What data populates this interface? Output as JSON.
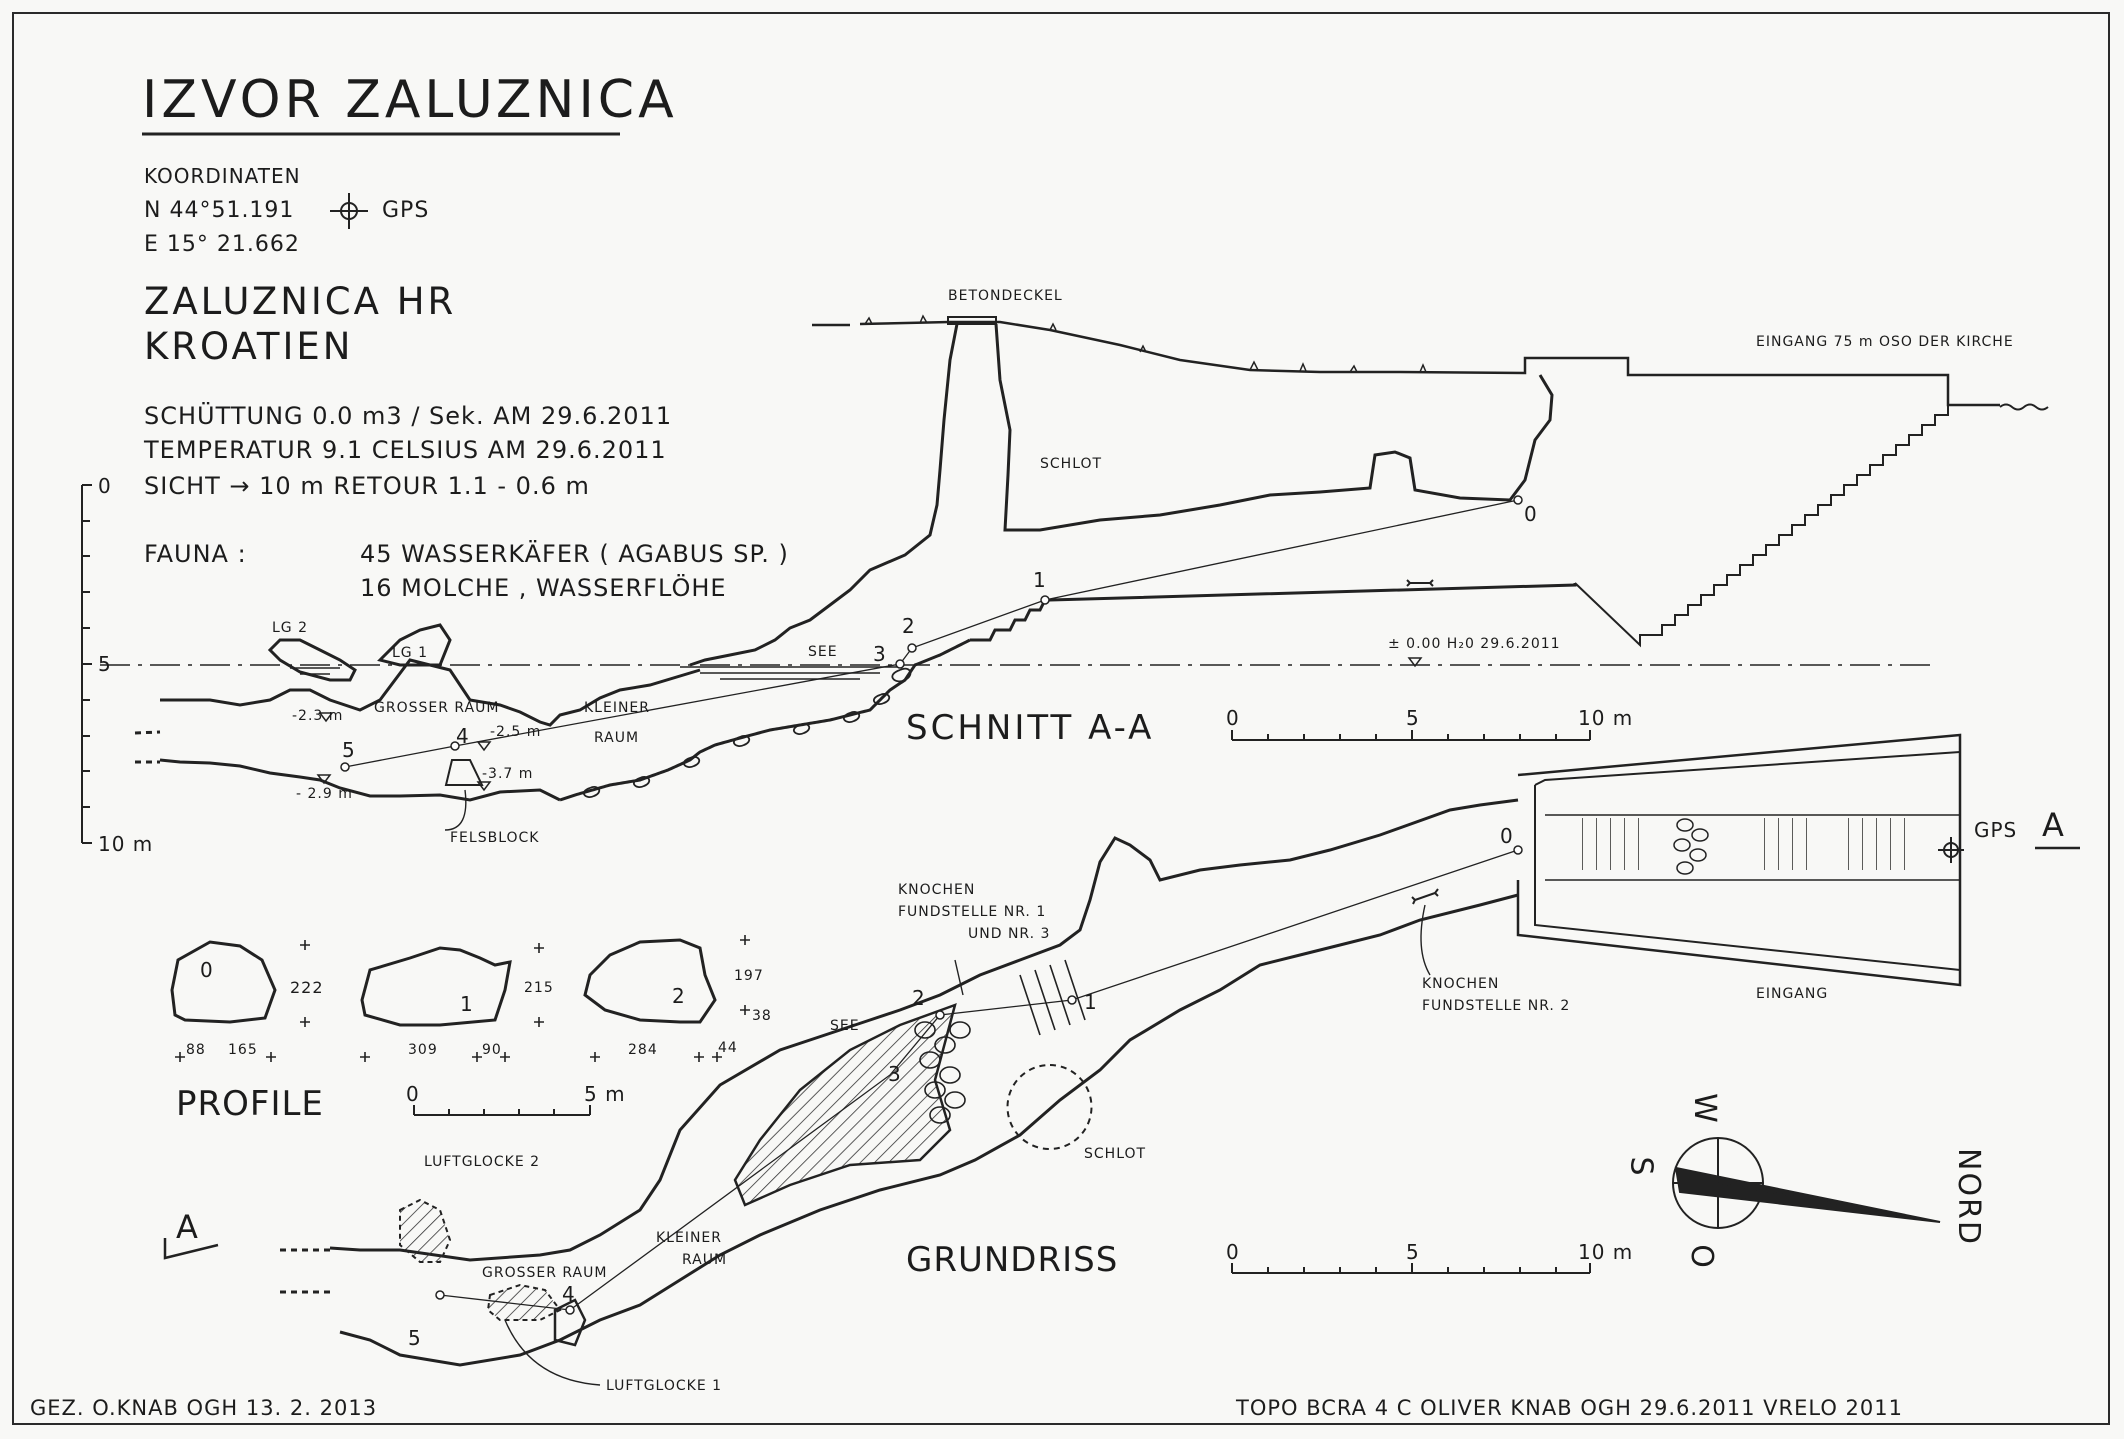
{
  "title": "IZVOR ZALUZNICA",
  "coords": {
    "label": "KOORDINATEN",
    "north": "N 44°51.191",
    "east": "E 15° 21.662",
    "gps": "GPS"
  },
  "location": {
    "line1": "ZALUZNICA   HR",
    "line2": "KROATIEN"
  },
  "info": {
    "flow": "SCHÜTTUNG  0.0 m3 / Sek.  AM  29.6.2011",
    "temp": "TEMPERATUR  9.1  CELSIUS  AM  29.6.2011",
    "sicht": "SICHT  →  10 m     RETOUR  1.1 - 0.6 m"
  },
  "fauna": {
    "label": "FAUNA :",
    "line1": "45  WASSERKÄFER ( AGABUS  SP. )",
    "line2": "16  MOLCHE , WASSERFLÖHE"
  },
  "depth_scale": {
    "top": "0",
    "mid": "5",
    "bottom": "10 m"
  },
  "section": {
    "title": "SCHNITT  A-A",
    "betondeckel": "BETONDECKEL",
    "eingang_note": "EINGANG   75 m OSO  DER  KIRCHE",
    "schlot": "SCHLOT",
    "water_level": "± 0.00     H₂0    29.6.2011",
    "see": "SEE",
    "lg2": "LG 2",
    "lg1": "LG 1",
    "grosser_raum": "GROSSER RAUM",
    "kleiner": "KLEINER",
    "raum": "RAUM",
    "felsblock": "FELSBLOCK",
    "depths": [
      "-2.3 m",
      "-2.5 m",
      "-3.7 m",
      "- 2.9 m"
    ],
    "stations": [
      "0",
      "1",
      "2",
      "3",
      "4",
      "5"
    ],
    "scale": {
      "s0": "0",
      "s5": "5",
      "s10": "10 m"
    }
  },
  "profiles": {
    "title": "PROFILE",
    "p0": {
      "id": "0",
      "top": "222",
      "bl": "88",
      "br": "165"
    },
    "p1": {
      "id": "1",
      "top": "215",
      "bl": "309",
      "br": "90"
    },
    "p2": {
      "id": "2",
      "top": "197",
      "side": "38",
      "bl": "284",
      "br": "44"
    },
    "scale": {
      "s0": "0",
      "s5": "5 m"
    }
  },
  "plan": {
    "title": "GRUNDRISS",
    "knochen1a": "KNOCHEN",
    "knochen1b": "FUNDSTELLE   NR. 1",
    "knochen1c": "UND    NR. 3",
    "knochen2a": "KNOCHEN",
    "knochen2b": "FUNDSTELLE   NR. 2",
    "eingang": "EINGANG",
    "gps": "GPS",
    "a_mark": "A",
    "see": "SEE",
    "schlot": "SCHLOT",
    "kleiner": "KLEINER",
    "raum": "RAUM",
    "grosser_raum": "GROSSER  RAUM",
    "luftglocke1": "LUFTGLOCKE 1",
    "luftglocke2": "LUFTGLOCKE 2",
    "stations": [
      "0",
      "1",
      "2",
      "3",
      "4",
      "5"
    ],
    "scale": {
      "s0": "0",
      "s5": "5",
      "s10": "10 m"
    }
  },
  "compass": {
    "w": "W",
    "s": "S",
    "o": "O",
    "nord": "NORD"
  },
  "footer": {
    "left": "GEZ.  O.KNAB    OGH    13. 2. 2013",
    "right": "TOPO    BCRA  4 C      OLIVER  KNAB    OGH     29.6.2011     VRELO   2011"
  }
}
